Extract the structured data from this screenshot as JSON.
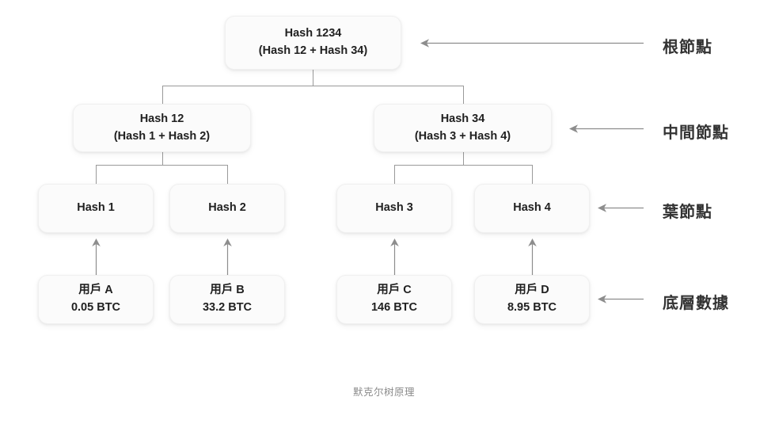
{
  "diagram": {
    "caption": "默克尔树原理",
    "line_color": "#9a9a9a",
    "node_bg": "#fbfbfb",
    "node_text_color": "#212121",
    "annotation_color": "#333333",
    "caption_color": "#8c8c8c"
  },
  "root": {
    "line1": "Hash 1234",
    "line2": "(Hash 12 + Hash 34)"
  },
  "branches": [
    {
      "line1": "Hash 12",
      "line2": "(Hash 1 + Hash 2)"
    },
    {
      "line1": "Hash 34",
      "line2": "(Hash 3 + Hash 4)"
    }
  ],
  "leaves": [
    {
      "label": "Hash 1"
    },
    {
      "label": "Hash 2"
    },
    {
      "label": "Hash 3"
    },
    {
      "label": "Hash 4"
    }
  ],
  "data_blocks": [
    {
      "user": "用戶 A",
      "amount": "0.05 BTC"
    },
    {
      "user": "用戶 B",
      "amount": "33.2 BTC"
    },
    {
      "user": "用戶 C",
      "amount": "146 BTC"
    },
    {
      "user": "用戶 D",
      "amount": "8.95 BTC"
    }
  ],
  "annotations": [
    {
      "label": "根節點"
    },
    {
      "label": "中間節點"
    },
    {
      "label": "葉節點"
    },
    {
      "label": "底層數據"
    }
  ]
}
